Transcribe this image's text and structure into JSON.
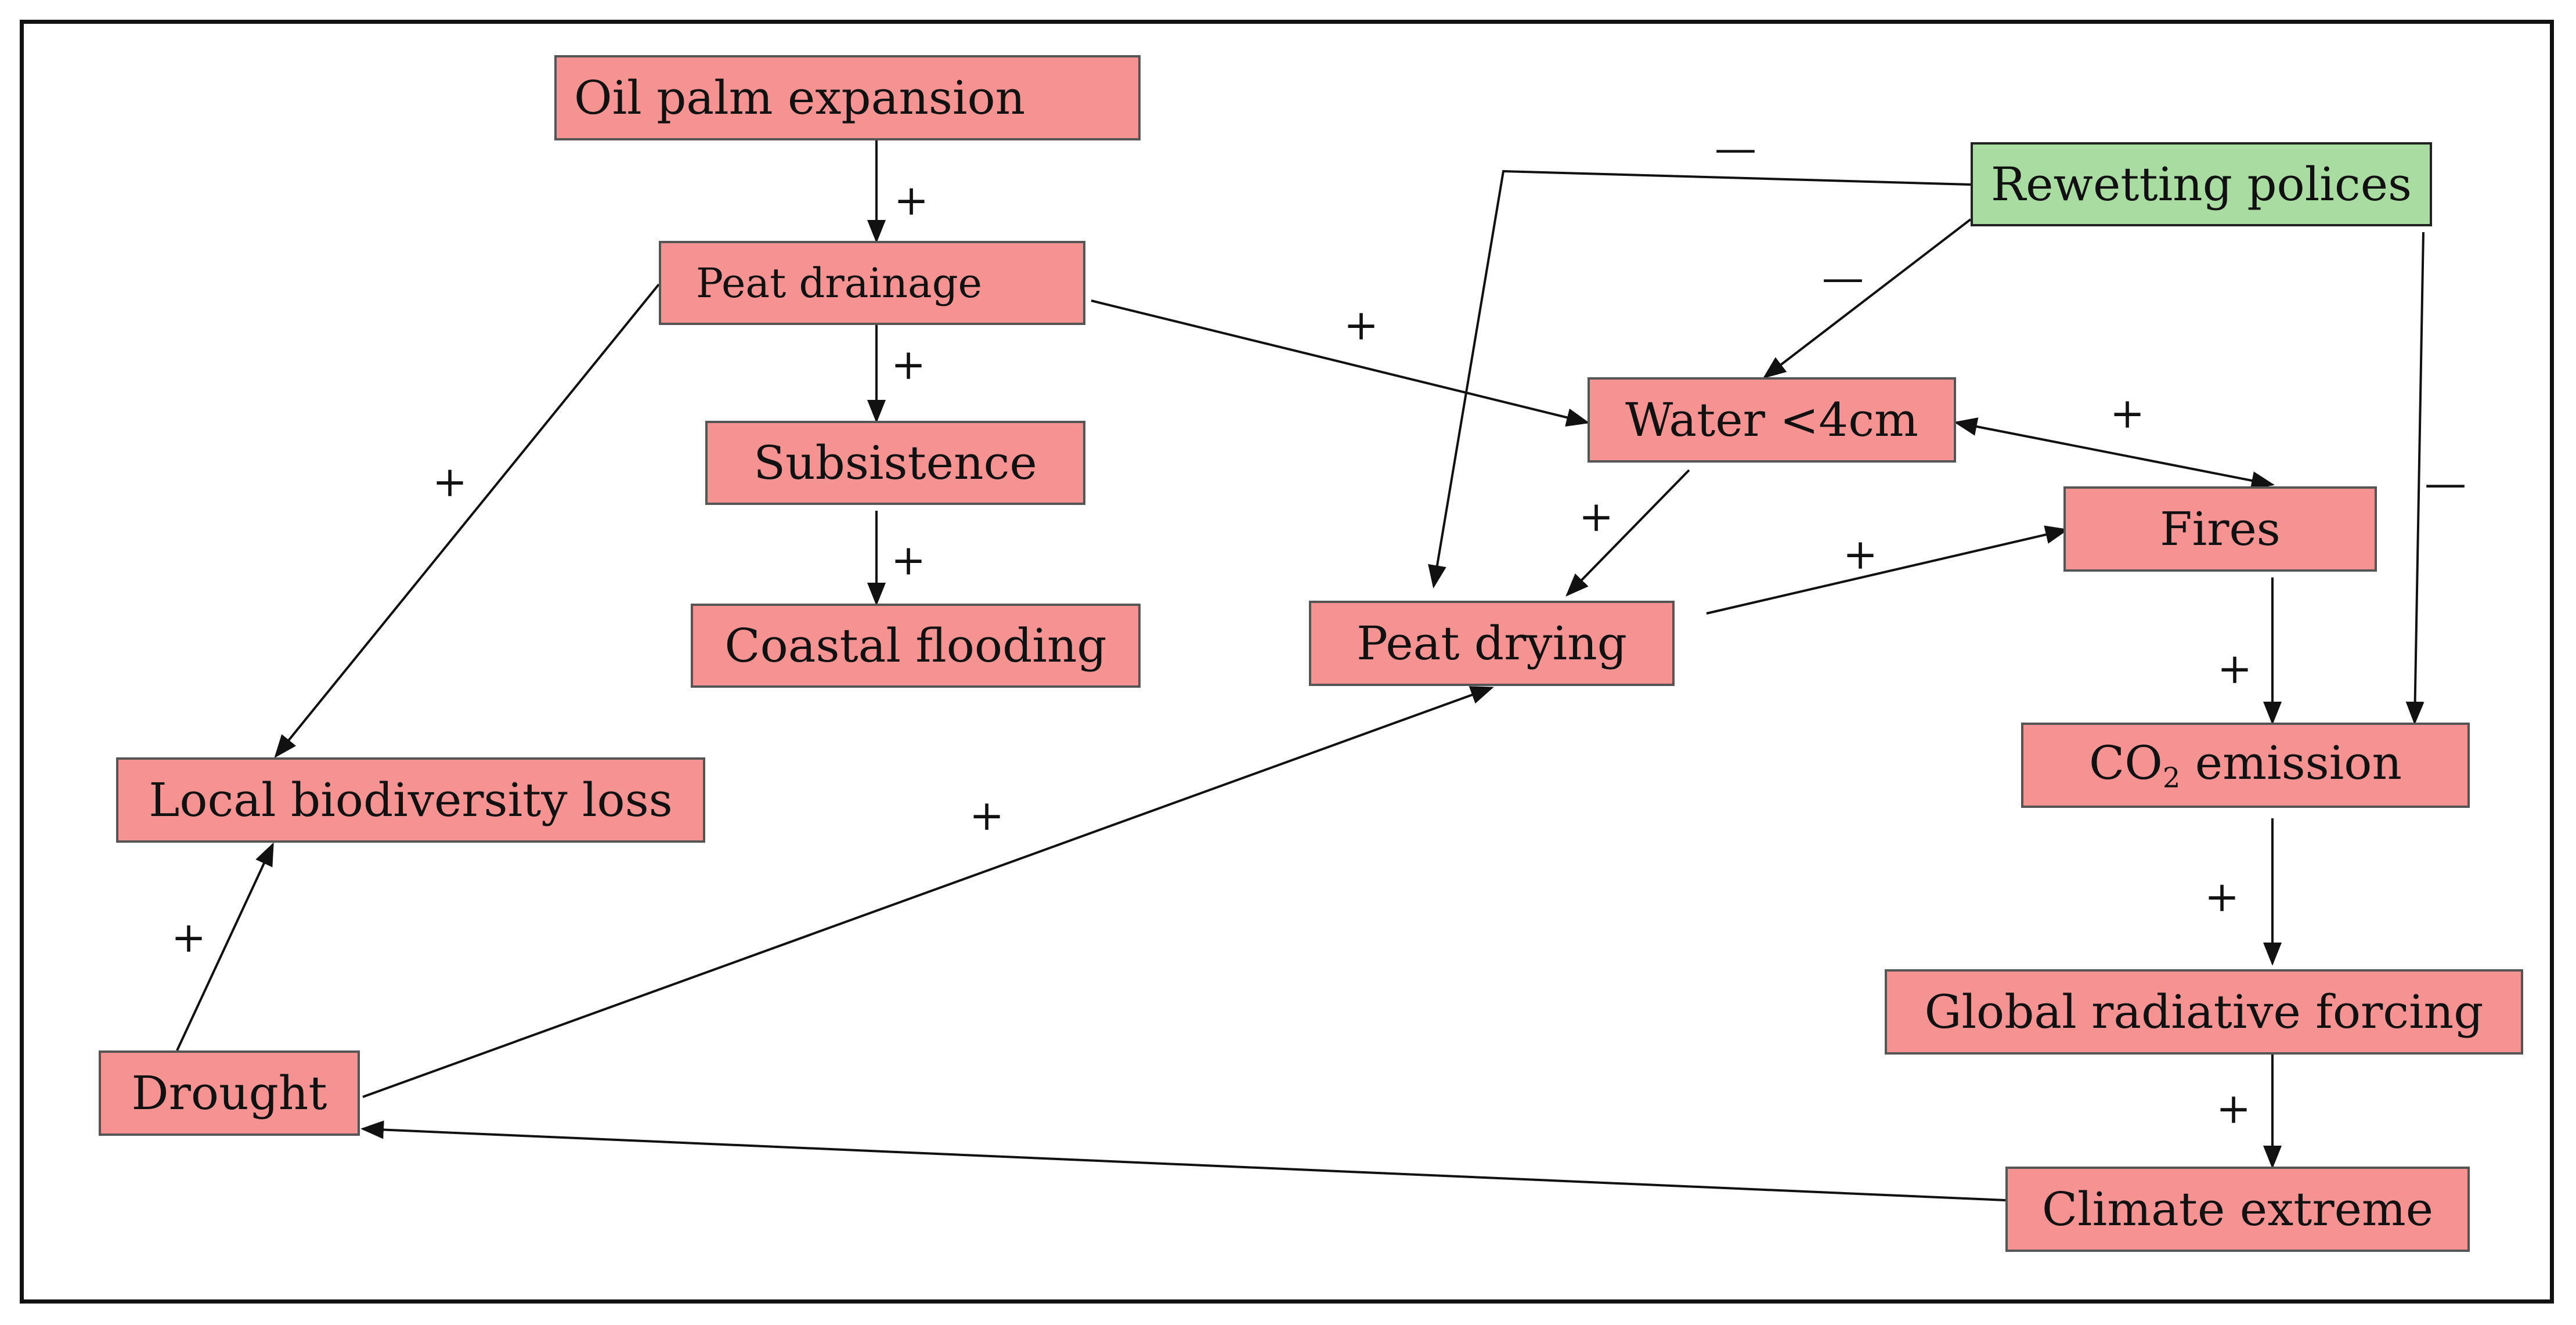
{
  "nodes": {
    "oil_palm": "Oil palm expansion",
    "peat_drainage": "Peat drainage",
    "subsistence": "Subsistence",
    "coastal_flooding": "Coastal flooding",
    "local_biodiversity": "Local biodiversity loss",
    "drought": "Drought",
    "peat_drying": "Peat drying",
    "water": "Water <4cm",
    "rewetting": "Rewetting polices",
    "fires": "Fires",
    "co2_prefix": "CO",
    "co2_sub": "2",
    "co2_suffix": " emission",
    "global_forcing": "Global radiative forcing",
    "climate_extreme": "Climate extreme"
  },
  "signs": {
    "oil_to_drainage": "+",
    "drainage_to_subsistence": "+",
    "subsistence_to_flooding": "+",
    "drainage_to_water": "+",
    "drainage_to_biodiversity": "+",
    "drought_to_biodiversity": "+",
    "drought_to_peatdrying": "+",
    "water_to_peatdrying": "+",
    "peatdrying_to_fires": "+",
    "water_fires": "+",
    "fires_to_co2": "+",
    "co2_to_forcing": "+",
    "forcing_to_climate": "+",
    "rewet_to_peatdrying": "—",
    "rewet_to_water": "—",
    "rewet_to_co2": "—"
  },
  "colors": {
    "node_fill": "#f59393",
    "policy_fill": "#a9dca0",
    "line": "#111111"
  }
}
